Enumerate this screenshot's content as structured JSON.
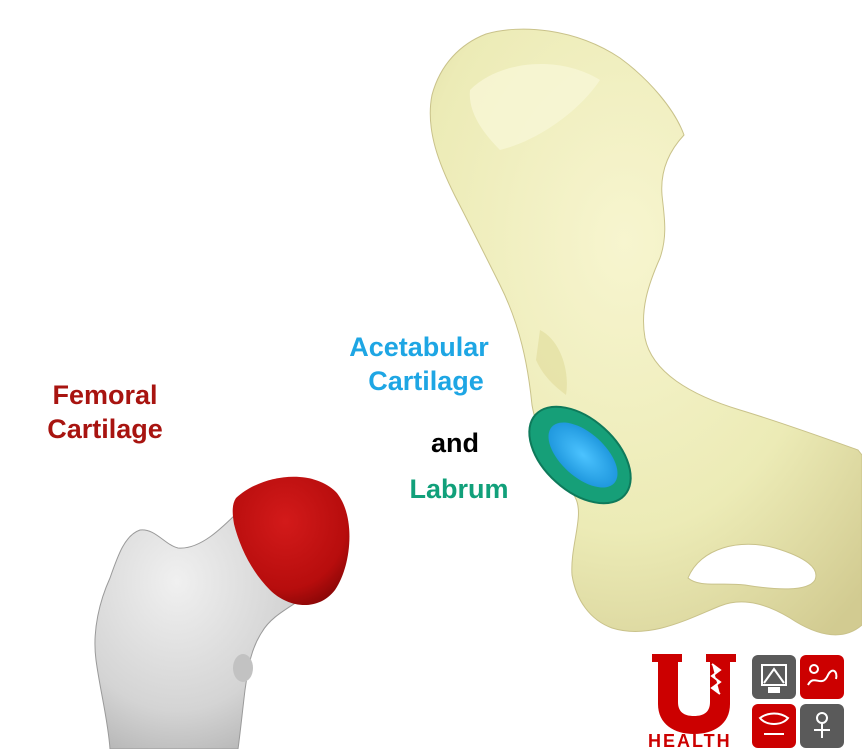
{
  "labels": {
    "femoral_line1": "Femoral",
    "femoral_line2": "Cartilage",
    "acetabular_line1": "Acetabular",
    "acetabular_line2": "Cartilage",
    "conjunction": "and",
    "labrum": "Labrum"
  },
  "logo": {
    "wordmark": "HEALTH"
  },
  "colors": {
    "femoral_label": "#a81410",
    "acetabular_label": "#1ea6e4",
    "labrum_label": "#11a07a",
    "conjunction_label": "#000000",
    "bone": "#efeebc",
    "bone_shadow": "#cfc992",
    "femur": "#d6d6d6",
    "femoral_cartilage": "#c71212",
    "acetabular_cartilage": "#23a8f0",
    "labrum": "#169f78",
    "logo_red": "#cc0000",
    "logo_gray": "#5a5a5a"
  }
}
